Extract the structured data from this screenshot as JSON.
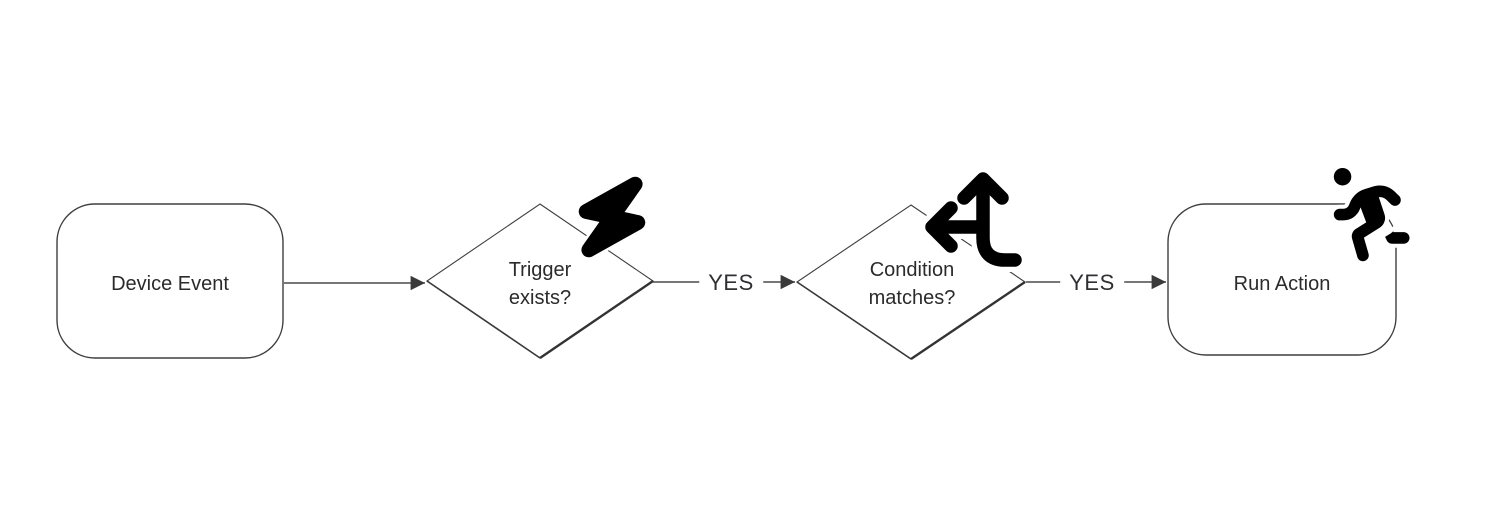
{
  "diagram": {
    "type": "flowchart",
    "orientation": "left-to-right",
    "colors": {
      "background": "#ffffff",
      "shape_stroke": "#3f3f3f",
      "edge_stroke": "#4a4a4a",
      "text": "#2b2b2b",
      "icon": "#000000"
    },
    "nodes": [
      {
        "id": "device-event",
        "shape": "rounded-rectangle",
        "label": "Device Event",
        "icon": null
      },
      {
        "id": "trigger-exists",
        "shape": "diamond",
        "label": "Trigger exists?",
        "icon": "lightning-bolt-icon"
      },
      {
        "id": "condition-matches",
        "shape": "diamond",
        "label": "Condition matches?",
        "icon": "arrows-split-up-left-icon"
      },
      {
        "id": "run-action",
        "shape": "rounded-rectangle",
        "label": "Run Action",
        "icon": "person-running-icon"
      }
    ],
    "edges": [
      {
        "from": "device-event",
        "to": "trigger-exists",
        "label": ""
      },
      {
        "from": "trigger-exists",
        "to": "condition-matches",
        "label": "YES"
      },
      {
        "from": "condition-matches",
        "to": "run-action",
        "label": "YES"
      }
    ]
  }
}
